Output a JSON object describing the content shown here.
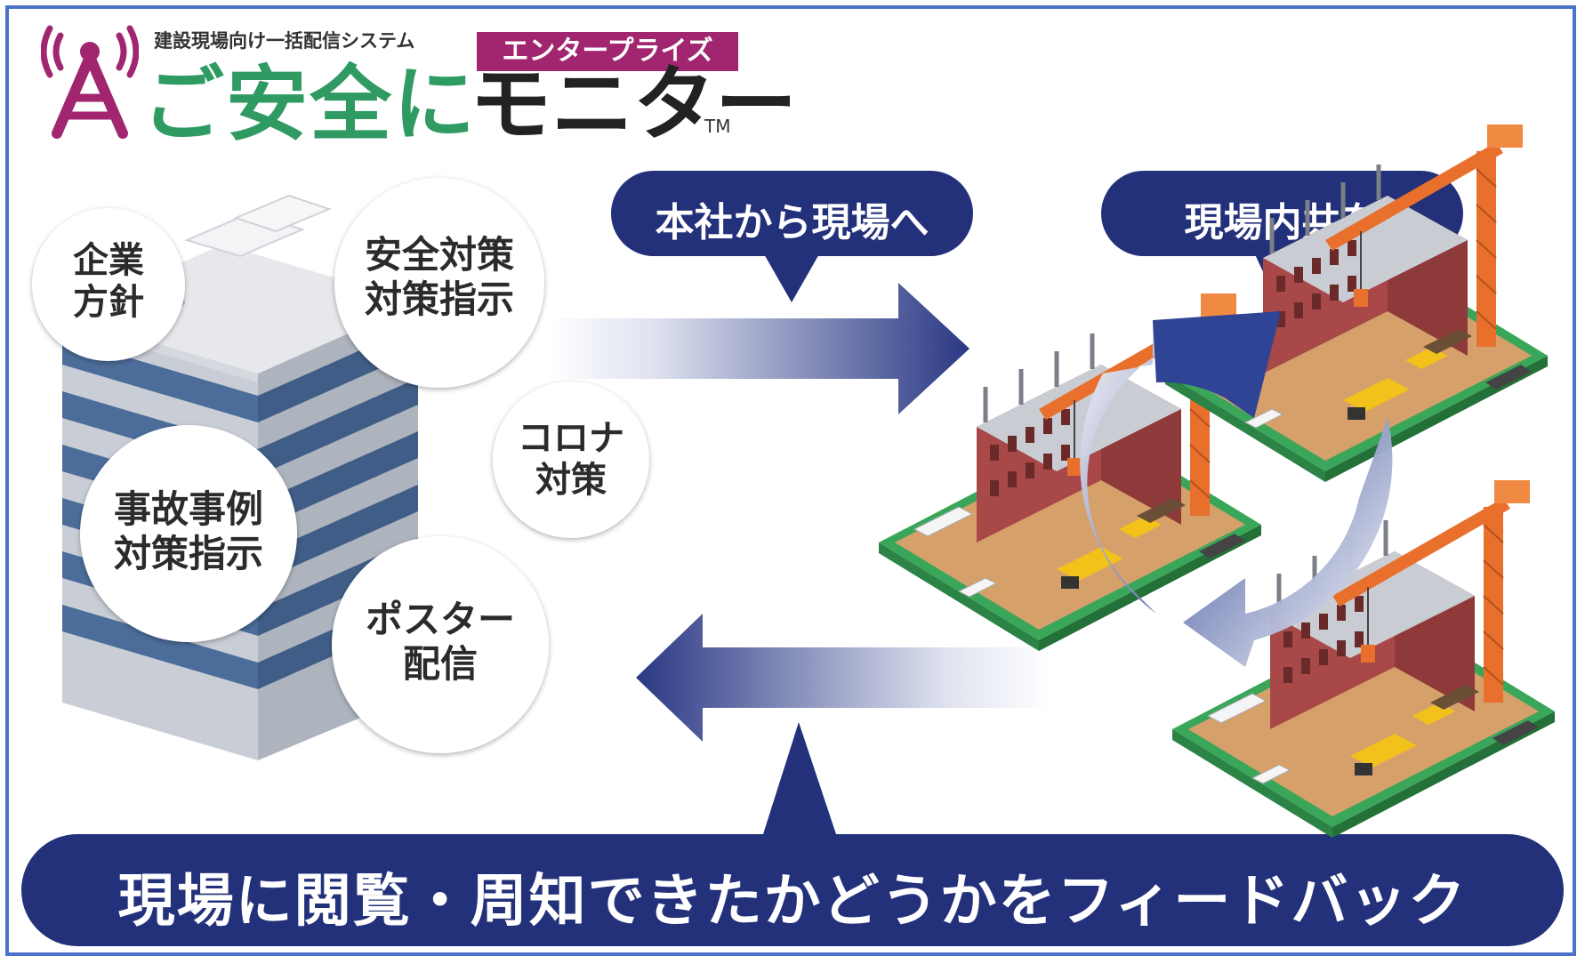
{
  "logo": {
    "subtitle": "建設現場向け一括配信システム",
    "edition": "エンタープライズ",
    "name_part1": "ご安全に",
    "name_part2": "モニター",
    "trademark": "TM"
  },
  "bubbles": {
    "corporate_policy": [
      "企業",
      "方針"
    ],
    "safety_measures": [
      "安全対策",
      "対策指示"
    ],
    "corona": [
      "コロナ",
      "対策"
    ],
    "accident_cases": [
      "事故事例",
      "対策指示"
    ],
    "poster": [
      "ポスター",
      "配信"
    ]
  },
  "callouts": {
    "hq_to_site": "本社から現場へ",
    "site_sharing": "現場内共有"
  },
  "feedback_banner": "現場に閲覧・周知できたかどうかをフィードバック",
  "colors": {
    "navy": "#23307a",
    "frame_blue": "#4a72c8",
    "logo_green": "#2f9b63",
    "logo_magenta": "#a1266f",
    "crane_orange": "#e8702c",
    "site_green": "#3aa65a",
    "ground_tan": "#d6a06a",
    "brick_red": "#a84848"
  }
}
